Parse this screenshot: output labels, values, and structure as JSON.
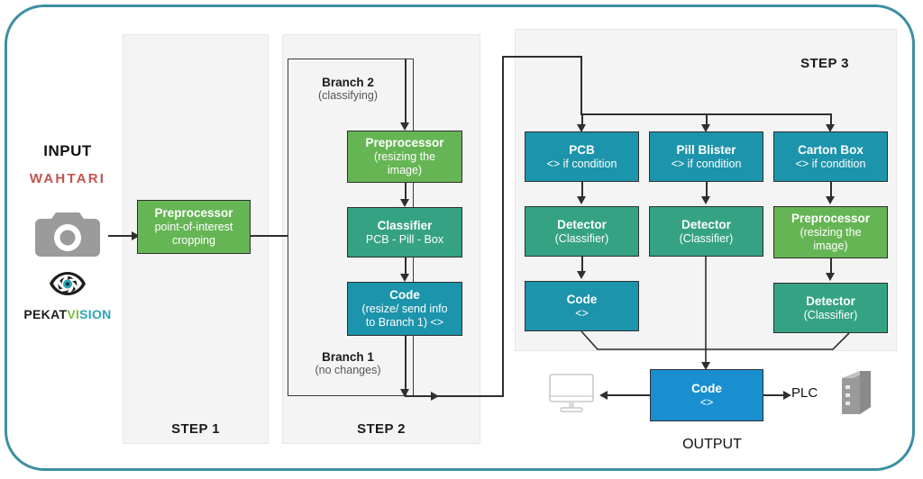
{
  "diagram": {
    "frame_color": "#3c8fa3",
    "panels": [
      {
        "id": "step1",
        "label": "STEP 1"
      },
      {
        "id": "step2",
        "label": "STEP 2"
      },
      {
        "id": "step3",
        "label": "STEP 3"
      }
    ],
    "input": {
      "title": "INPUT",
      "brand_wahtari": "WAHTARI",
      "brand_pekat_part1": "PEKAT",
      "brand_pekat_part2": "VI",
      "brand_pekat_part3": "SION",
      "camera_icon": "camera-icon",
      "pekat_logo_icon": "pekat-eye-logo-icon"
    },
    "step1": {
      "preprocessor": {
        "title": "Preprocessor",
        "line2": "point-of-interest",
        "line3": "cropping",
        "color": "#66b555"
      }
    },
    "step2": {
      "branch2_title": "Branch 2",
      "branch2_sub": "(classifying)",
      "branch1_title": "Branch 1",
      "branch1_sub": "(no changes)",
      "preprocessor": {
        "title": "Preprocessor",
        "line2": "(resizing the",
        "line3": "image)",
        "color": "#66b555"
      },
      "classifier": {
        "title": "Classifier",
        "line2": "PCB - Pill - Box",
        "color": "#35a383"
      },
      "code": {
        "title": "Code",
        "line2": "(resize/ send info",
        "line3": "to Branch 1) <>",
        "color": "#1c94ab"
      }
    },
    "step3": {
      "columns": [
        {
          "condition": {
            "title": "PCB",
            "line2": "<> if condition",
            "color": "#1c94ab"
          },
          "nodes": [
            {
              "title": "Detector",
              "line2": "(Classifier)",
              "color": "#35a383"
            },
            {
              "title": "Code",
              "line2": "<>",
              "color": "#1c94ab"
            }
          ]
        },
        {
          "condition": {
            "title": "Pill Blister",
            "line2": "<> if condition",
            "color": "#1c94ab"
          },
          "nodes": [
            {
              "title": "Detector",
              "line2": "(Classifier)",
              "color": "#35a383"
            }
          ]
        },
        {
          "condition": {
            "title": "Carton Box",
            "line2": "<> if condition",
            "color": "#1c94ab"
          },
          "nodes": [
            {
              "title": "Preprocessor",
              "line2": "(resizing the",
              "line3": "image)",
              "color": "#66b555"
            },
            {
              "title": "Detector",
              "line2": "(Classifier)",
              "color": "#35a383"
            }
          ]
        }
      ]
    },
    "output": {
      "label": "OUTPUT",
      "code": {
        "title": "Code",
        "line2": "<>",
        "color": "#1a8fd0"
      },
      "plc_label": "PLC",
      "monitor_icon": "monitor-icon",
      "plc_icon": "plc-device-icon"
    }
  }
}
